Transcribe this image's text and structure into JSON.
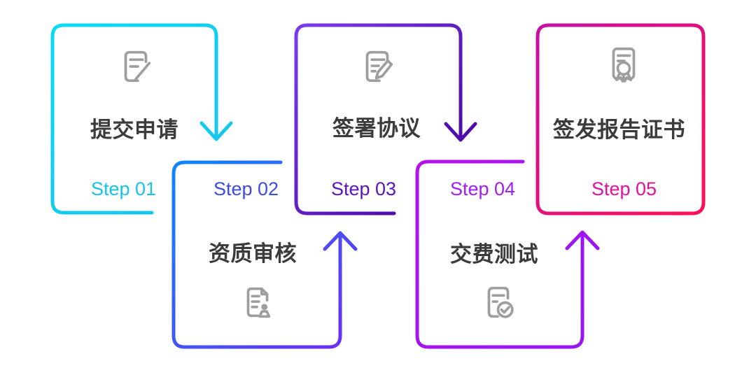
{
  "diagram": {
    "type": "process-flow",
    "background_color": "#FFFFFF",
    "title_text_color": "#3B3B3B",
    "icon_color": "#9E9E9E",
    "steps": [
      {
        "label": "Step 01",
        "title": "提交申请",
        "icon": "edit-document-icon",
        "label_color": "#17C3E8",
        "border_gradient": [
          "#0ADAF3",
          "#17C3E8"
        ],
        "row": "top",
        "arrow": "down"
      },
      {
        "label": "Step 02",
        "title": "资质审核",
        "icon": "profile-review-icon",
        "label_color": "#3D4CE5",
        "border_gradient": [
          "#0D87F8",
          "#6B2DF3"
        ],
        "row": "bottom",
        "arrow": "up"
      },
      {
        "label": "Step 03",
        "title": "签署协议",
        "icon": "sign-agreement-icon",
        "label_color": "#5B13C4",
        "border_gradient": [
          "#7A3BF0",
          "#4D07A5"
        ],
        "row": "top",
        "arrow": "down"
      },
      {
        "label": "Step 04",
        "title": "交费测试",
        "icon": "payment-test-icon",
        "label_color": "#A01EF0",
        "border_gradient": [
          "#B512ED",
          "#9916F2"
        ],
        "row": "bottom",
        "arrow": "up"
      },
      {
        "label": "Step 05",
        "title": "签发报告证书",
        "icon": "certificate-icon",
        "label_color": "#E30F9E",
        "border_gradient": [
          "#C60FA6",
          "#FB1059"
        ],
        "row": "top",
        "arrow": "none"
      }
    ]
  }
}
